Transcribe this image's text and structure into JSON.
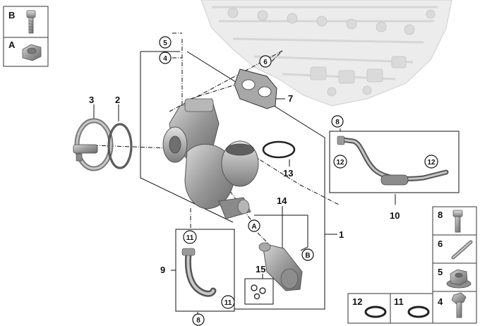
{
  "diagram": {
    "legend_top": [
      {
        "letter": "B",
        "icon": "bolt-icon"
      },
      {
        "letter": "A",
        "icon": "nut-icon"
      }
    ],
    "callouts": {
      "c1": "1",
      "c2": "2",
      "c3": "3",
      "c4": "4",
      "c5": "5",
      "c6": "6",
      "c7": "7",
      "c8a": "8",
      "c8b": "8",
      "c9": "9",
      "c10": "10",
      "c11a": "11",
      "c11b": "11",
      "c12a": "12",
      "c12b": "12",
      "c13": "13",
      "c14": "14",
      "c15": "15",
      "cA": "A",
      "cB": "B"
    },
    "parts_legend": [
      {
        "number": "8",
        "icon": "bolt-icon"
      },
      {
        "number": "6",
        "icon": "dowel-pin-icon"
      },
      {
        "number": "5",
        "icon": "flange-nut-icon"
      },
      {
        "number": "4",
        "icon": "stud-bolt-icon"
      }
    ],
    "seal_legend": [
      {
        "number": "12",
        "icon": "o-ring-icon"
      },
      {
        "number": "11",
        "icon": "o-ring-icon"
      }
    ]
  }
}
